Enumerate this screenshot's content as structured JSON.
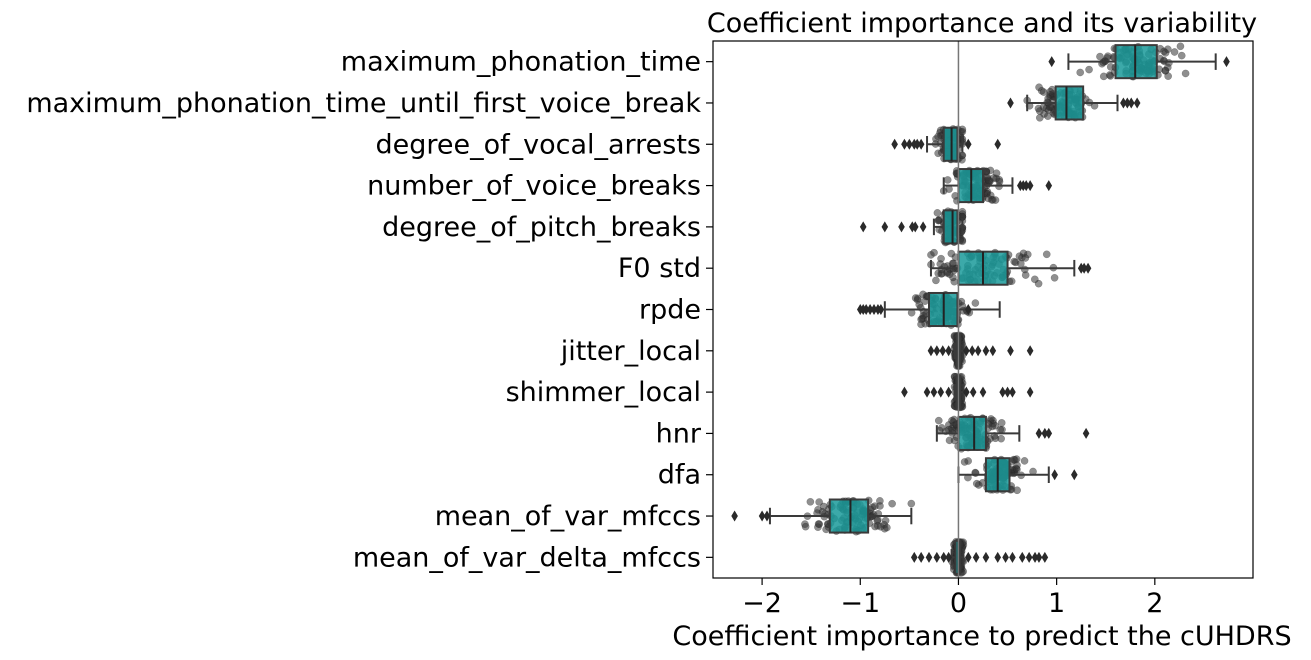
{
  "chart_data": {
    "type": "boxplot-strip",
    "orientation": "horizontal",
    "title": "Coefficient importance and its variability",
    "xlabel": "Coefficient importance to predict the cUHDRS",
    "ylabel": "",
    "xlim": [
      -2.5,
      3.0
    ],
    "xticks": [
      -2,
      -1,
      0,
      1,
      2
    ],
    "xtick_labels": [
      "−2",
      "−1",
      "0",
      "1",
      "2"
    ],
    "reference_line_x": 0,
    "grid": false,
    "legend": "none",
    "colors": {
      "box": "#1a9a9a",
      "points": "#333333",
      "median": "#222222",
      "zero_line": "#777777"
    },
    "categories": [
      "maximum_phonation_time",
      "maximum_phonation_time_until_first_voice_break",
      "degree_of_vocal_arrests",
      "number_of_voice_breaks",
      "degree_of_pitch_breaks",
      "F0 std",
      "rpde",
      "jitter_local",
      "shimmer_local",
      "hnr",
      "dfa",
      "mean_of_var_mfccs",
      "mean_of_var_delta_mfccs"
    ],
    "boxes": [
      {
        "q1": 1.6,
        "median": 1.8,
        "q3": 2.02,
        "whisker_low": 1.12,
        "whisker_high": 2.62,
        "outliers": [
          0.95,
          2.73
        ]
      },
      {
        "q1": 0.99,
        "median": 1.1,
        "q3": 1.27,
        "whisker_low": 0.7,
        "whisker_high": 1.62,
        "outliers": [
          0.53,
          1.68,
          1.72,
          1.76,
          1.82
        ]
      },
      {
        "q1": -0.15,
        "median": -0.07,
        "q3": -0.01,
        "whisker_low": -0.32,
        "whisker_high": 0.04,
        "outliers": [
          -0.65,
          -0.55,
          -0.5,
          -0.45,
          -0.42,
          -0.38,
          0.1,
          0.4
        ]
      },
      {
        "q1": 0.0,
        "median": 0.13,
        "q3": 0.25,
        "whisker_low": -0.15,
        "whisker_high": 0.55,
        "outliers": [
          0.63,
          0.66,
          0.69,
          0.73,
          0.92
        ]
      },
      {
        "q1": -0.15,
        "median": -0.06,
        "q3": -0.01,
        "whisker_low": -0.25,
        "whisker_high": 0.04,
        "outliers": [
          -0.97,
          -0.75,
          -0.58,
          -0.47,
          -0.44,
          -0.36
        ]
      },
      {
        "q1": 0.0,
        "median": 0.25,
        "q3": 0.5,
        "whisker_low": -0.28,
        "whisker_high": 1.18,
        "outliers": [
          1.25,
          1.28,
          1.32
        ]
      },
      {
        "q1": -0.3,
        "median": -0.15,
        "q3": -0.01,
        "whisker_low": -0.75,
        "whisker_high": 0.42,
        "outliers": [
          -1.0,
          -0.97,
          -0.94,
          -0.9,
          -0.86,
          -0.82,
          -0.79,
          0.1
        ]
      },
      {
        "q1": -0.02,
        "median": 0.0,
        "q3": 0.02,
        "whisker_low": -0.04,
        "whisker_high": 0.05,
        "outliers": [
          -0.28,
          -0.22,
          -0.16,
          -0.1,
          0.08,
          0.14,
          0.2,
          0.28,
          0.35,
          0.53,
          0.73
        ]
      },
      {
        "q1": -0.02,
        "median": 0.0,
        "q3": 0.02,
        "whisker_low": -0.04,
        "whisker_high": 0.05,
        "outliers": [
          -0.55,
          -0.32,
          -0.25,
          -0.18,
          -0.1,
          0.08,
          0.15,
          0.25,
          0.45,
          0.5,
          0.55,
          0.73
        ]
      },
      {
        "q1": 0.0,
        "median": 0.16,
        "q3": 0.28,
        "whisker_low": -0.22,
        "whisker_high": 0.62,
        "outliers": [
          0.82,
          0.88,
          0.92,
          1.3
        ]
      },
      {
        "q1": 0.28,
        "median": 0.4,
        "q3": 0.52,
        "whisker_low": 0.0,
        "whisker_high": 0.92,
        "outliers": [
          0.98,
          1.18
        ]
      },
      {
        "q1": -1.31,
        "median": -1.1,
        "q3": -0.92,
        "whisker_low": -1.92,
        "whisker_high": -0.48,
        "outliers": [
          -2.28,
          -2.0,
          -1.95
        ]
      },
      {
        "q1": -0.03,
        "median": 0.0,
        "q3": 0.02,
        "whisker_low": -0.07,
        "whisker_high": 0.05,
        "outliers": [
          -0.45,
          -0.38,
          -0.3,
          -0.22,
          -0.15,
          -0.1,
          0.1,
          0.18,
          0.28,
          0.4,
          0.48,
          0.55,
          0.65,
          0.72,
          0.78,
          0.82,
          0.88
        ]
      }
    ]
  }
}
